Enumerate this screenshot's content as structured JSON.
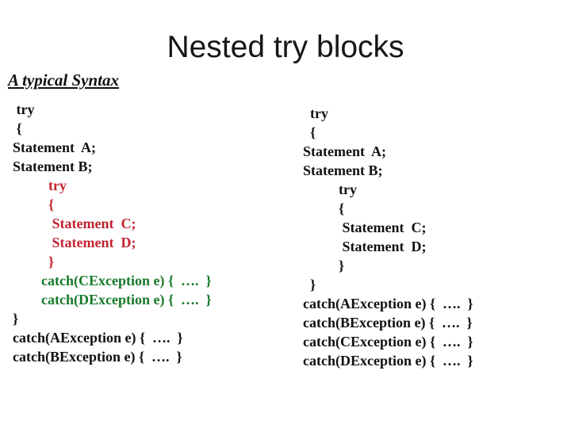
{
  "title": "Nested try blocks",
  "subtitle": "A typical Syntax",
  "colors": {
    "black": "#111111",
    "red": "#C32230",
    "green": "#177A2A"
  },
  "code_columns": [
    {
      "name": "nested-catches-version",
      "lines": [
        {
          "text": " try",
          "color": "black"
        },
        {
          "text": " {",
          "color": "black"
        },
        {
          "text": "Statement  A;",
          "color": "black"
        },
        {
          "text": "Statement B;",
          "color": "black"
        },
        {
          "text": "          try",
          "color": "red"
        },
        {
          "text": "          {",
          "color": "red"
        },
        {
          "text": "           Statement  C;",
          "color": "red"
        },
        {
          "text": "           Statement  D;",
          "color": "red"
        },
        {
          "text": "          }",
          "color": "red"
        },
        {
          "text": "        catch(CException e) {  ….  }",
          "color": "green"
        },
        {
          "text": "        catch(DException e) {  ….  }",
          "color": "green"
        },
        {
          "text": "}",
          "color": "black"
        },
        {
          "text": "catch(AException e) {  ….  }",
          "color": "black"
        },
        {
          "text": "catch(BException e) {  ….  }",
          "color": "black"
        }
      ]
    },
    {
      "name": "sequential-catches-version",
      "lines": [
        {
          "text": "  try",
          "color": "black"
        },
        {
          "text": "  {",
          "color": "black"
        },
        {
          "text": "Statement  A;",
          "color": "black"
        },
        {
          "text": "Statement B;",
          "color": "black"
        },
        {
          "text": "          try",
          "color": "black"
        },
        {
          "text": "          {",
          "color": "black"
        },
        {
          "text": "           Statement  C;",
          "color": "black"
        },
        {
          "text": "           Statement  D;",
          "color": "black"
        },
        {
          "text": "          }",
          "color": "black"
        },
        {
          "text": "  }",
          "color": "black"
        },
        {
          "text": "catch(AException e) {  ….  }",
          "color": "black"
        },
        {
          "text": "catch(BException e) {  ….  }",
          "color": "black"
        },
        {
          "text": "catch(CException e) {  ….  }",
          "color": "black"
        },
        {
          "text": "catch(DException e) {  ….  }",
          "color": "black"
        }
      ]
    }
  ]
}
